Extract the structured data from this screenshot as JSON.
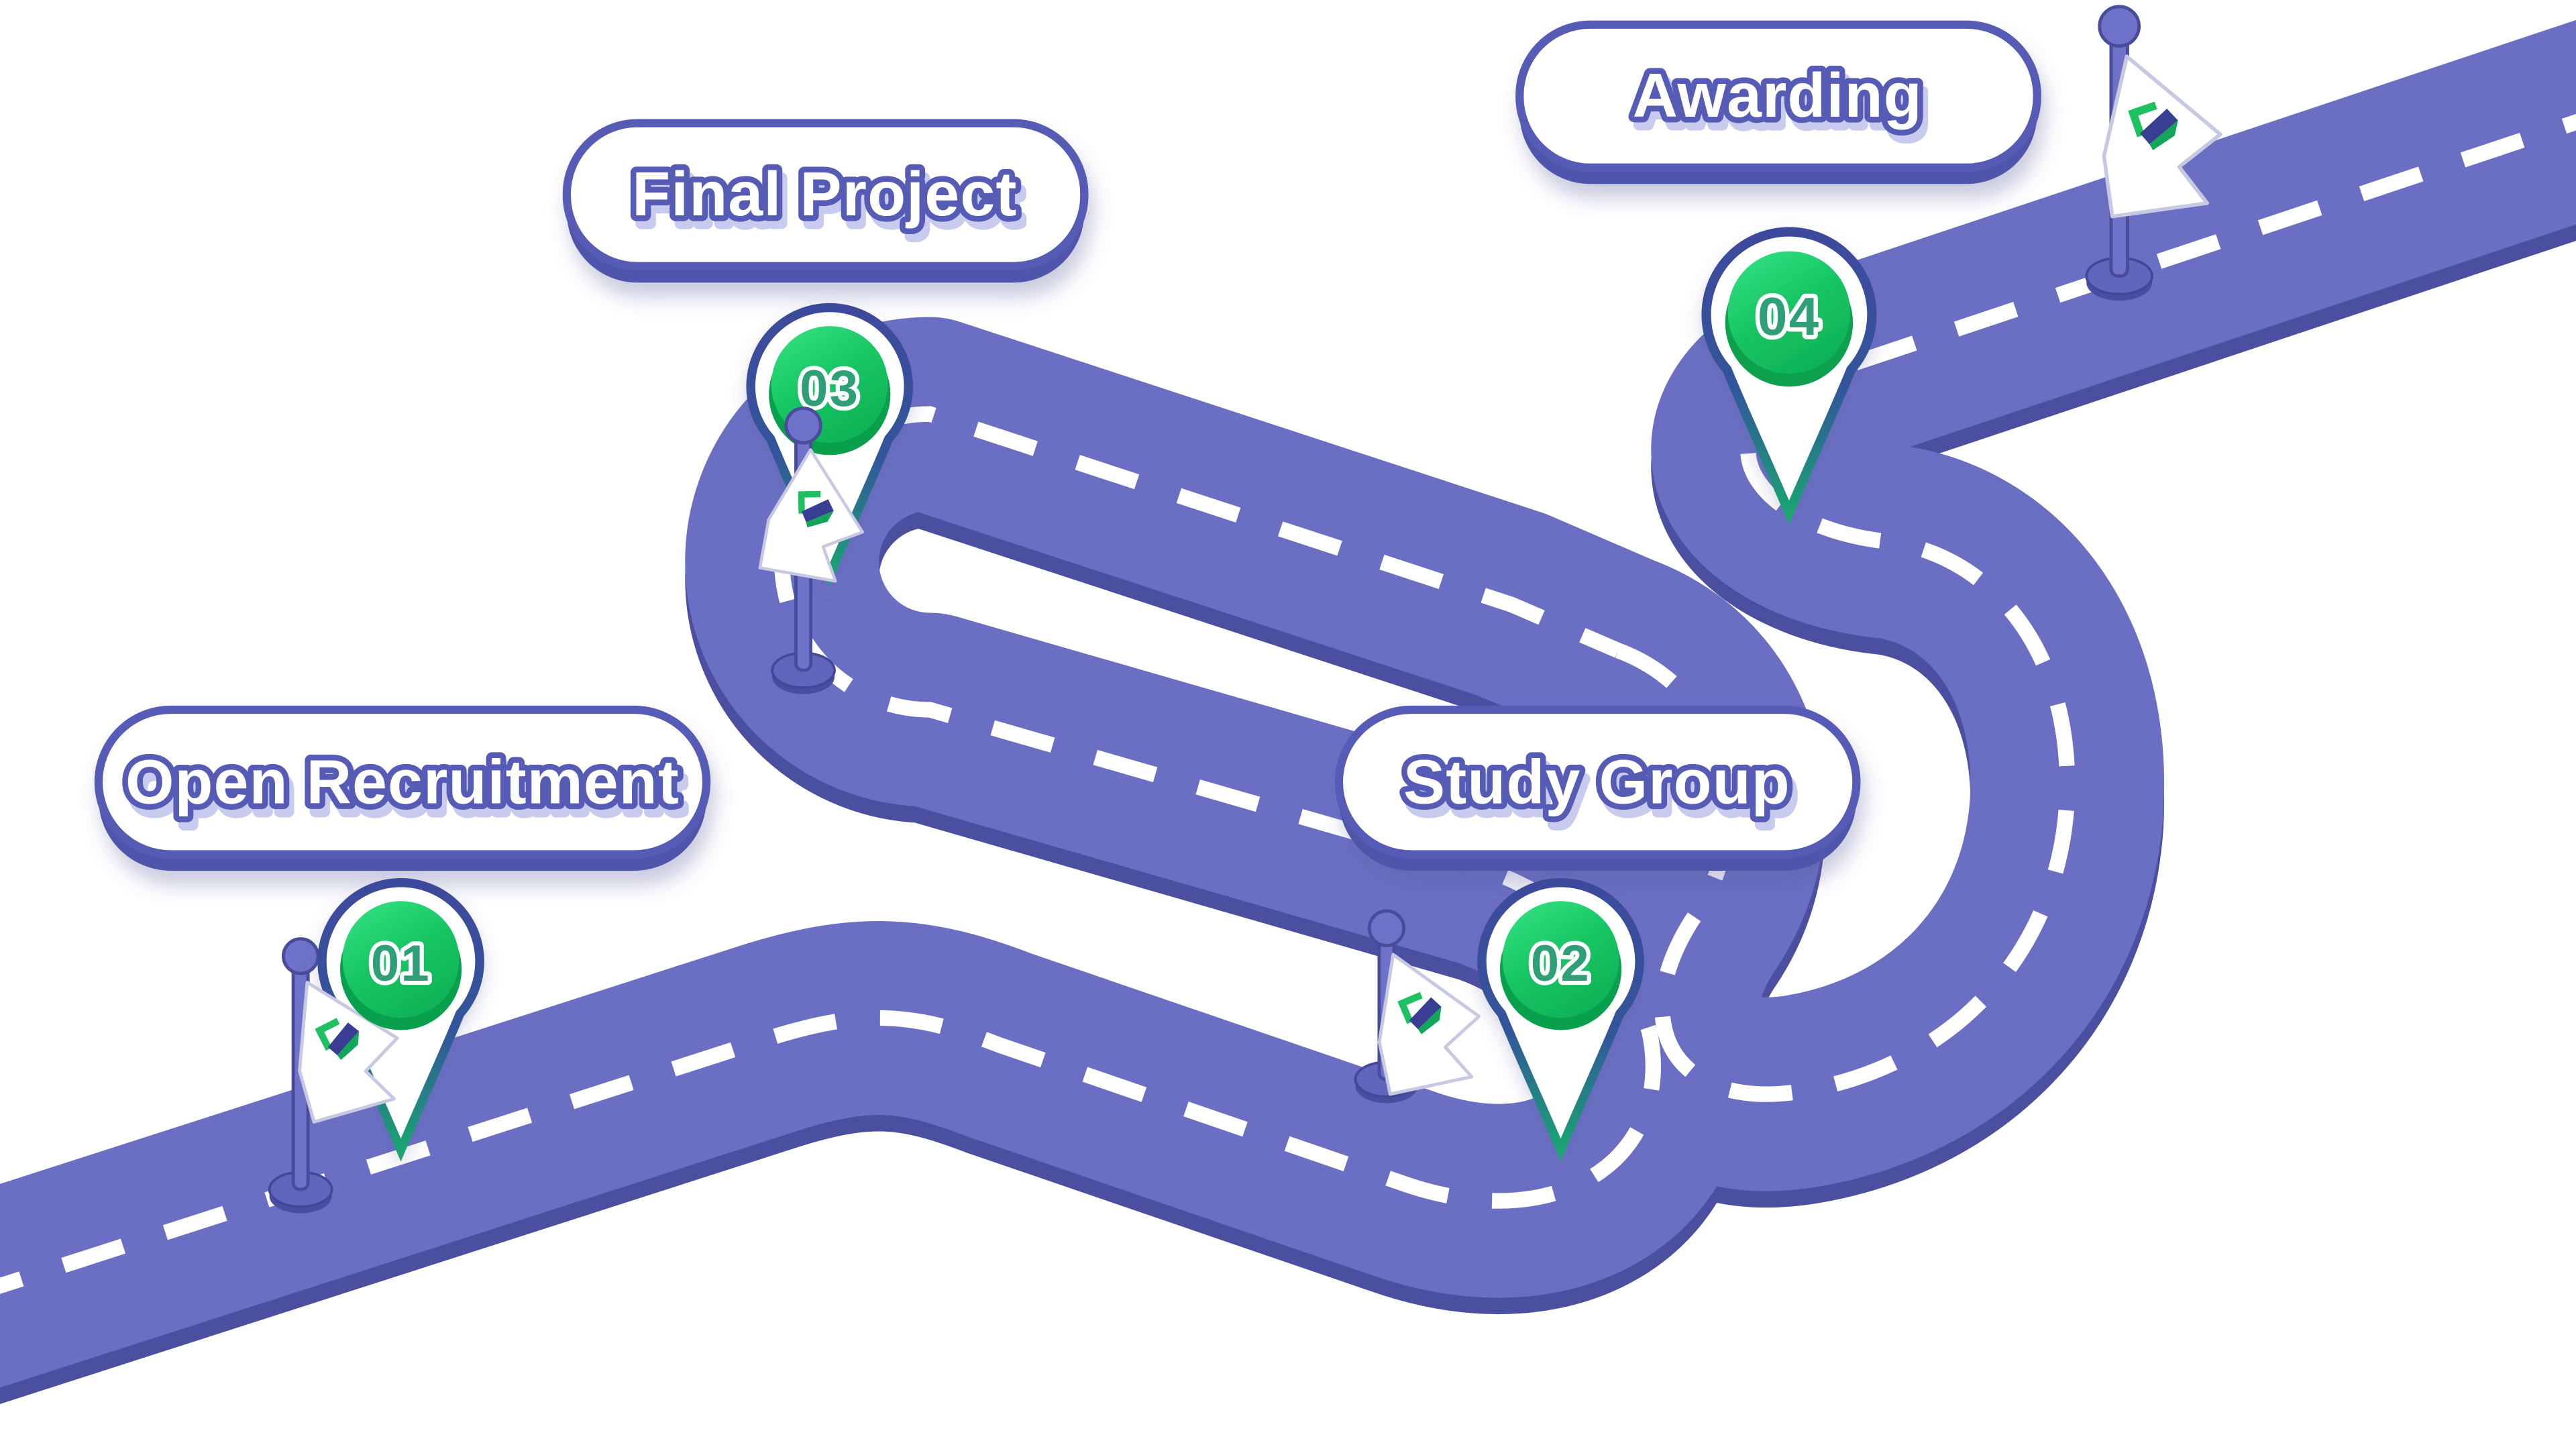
{
  "page": {
    "type": "roadmap-infographic",
    "background": "#ffffff"
  },
  "milestones": [
    {
      "number": "01",
      "label": "Open Recruitment"
    },
    {
      "number": "02",
      "label": "Study Group"
    },
    {
      "number": "03",
      "label": "Final Project"
    },
    {
      "number": "04",
      "label": "Awarding"
    }
  ],
  "icons": {
    "flag": "swallowtail-pennant-flag",
    "flag_logo": "code-brackets-logo",
    "pin": "map-pin-marker"
  },
  "colors": {
    "road_surface": "#6a6fc3",
    "road_side_3d": "#4b4fa0",
    "road_dash": "#ffffff",
    "pill_face": "#ffffff",
    "pill_border": "#575cb6",
    "pill_extrude": "#5054ab",
    "pin_border_top": "#3e4a9c",
    "pin_border_bottom": "#1aa572",
    "pin_green_light": "#36e486",
    "pin_green_dark": "#0fb457",
    "pin_number": "#2f9f76",
    "pole_purple": "#6e73c9",
    "logo_green": "#1fc061",
    "logo_navy": "#3a3e92"
  }
}
